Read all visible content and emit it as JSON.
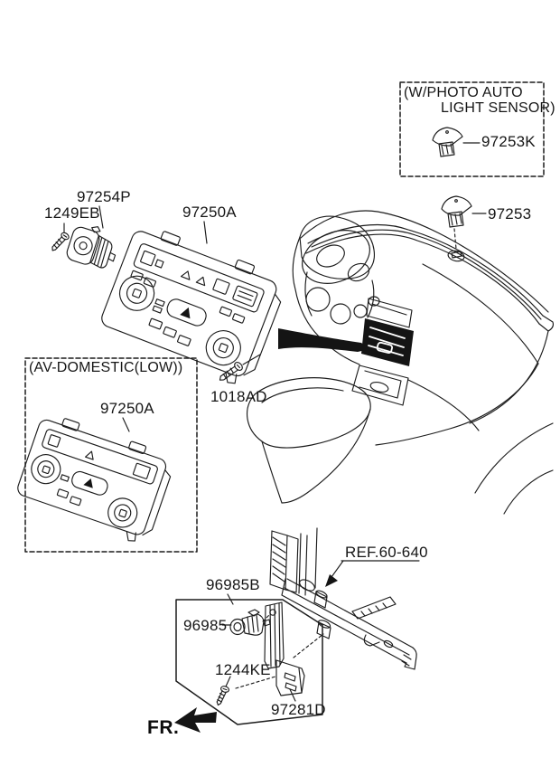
{
  "diagram_type": "vehicle-parts-diagram-heater-control",
  "colors": {
    "line": "#1c1c1c",
    "background": "#ffffff",
    "solid_fill": "#141414"
  },
  "boxes": {
    "photo_sensor": {
      "line1": "(W/PHOTO  AUTO",
      "line2": "LIGHT SENSOR)"
    },
    "av_domestic": {
      "title": "(AV-DOMESTIC(LOW))"
    }
  },
  "callouts": {
    "c97253K": "97253K",
    "c97254P": "97254P",
    "c1249EB": "1249EB",
    "c97250A_main": "97250A",
    "c97253": "97253",
    "c1018AD": "1018AD",
    "c97250A_low": "97250A",
    "cREF": "REF.60-640",
    "c96985B": "96985B",
    "c96985": "96985",
    "c1244KE": "1244KE",
    "c97281D": "97281D"
  },
  "orientation": {
    "front_label": "FR."
  }
}
